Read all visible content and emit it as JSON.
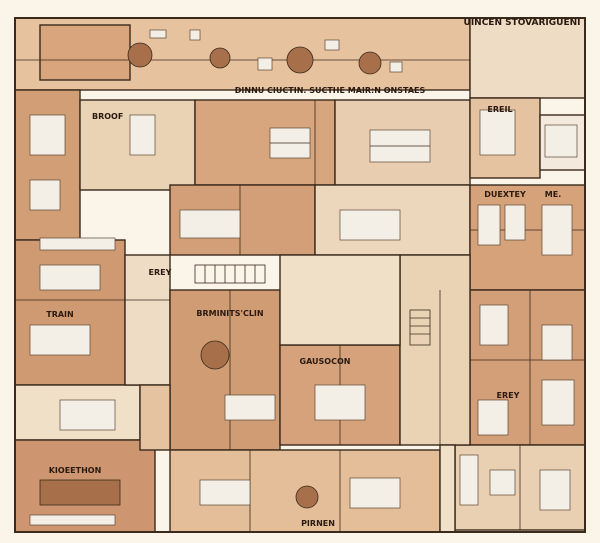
{
  "plan": {
    "title": "UINCEN STOVARIGUENI",
    "banner": "DINNU CIUCTIN. SUCTHE MAIR:N ONSTAES",
    "rooms": {
      "room_a": "BROOF",
      "room_b": "TRAIN",
      "room_c": "DUEXTEY",
      "room_d": "ME.",
      "room_e": "EREIL",
      "room_f": "EREY",
      "room_g": "BRMINITS'CLIN",
      "room_h": "GAUSOCON",
      "room_i": "EREY",
      "room_j": "KIOEETHON",
      "room_k": "PIRNEN"
    }
  },
  "colors": {
    "background": "#fbf4e8",
    "room_dark": "#cf9a72",
    "room_mid": "#ddb48e",
    "room_light": "#e9cba9",
    "room_pale": "#f1e0c8",
    "wall": "#3a2a1c",
    "furniture": "#a7704b"
  }
}
